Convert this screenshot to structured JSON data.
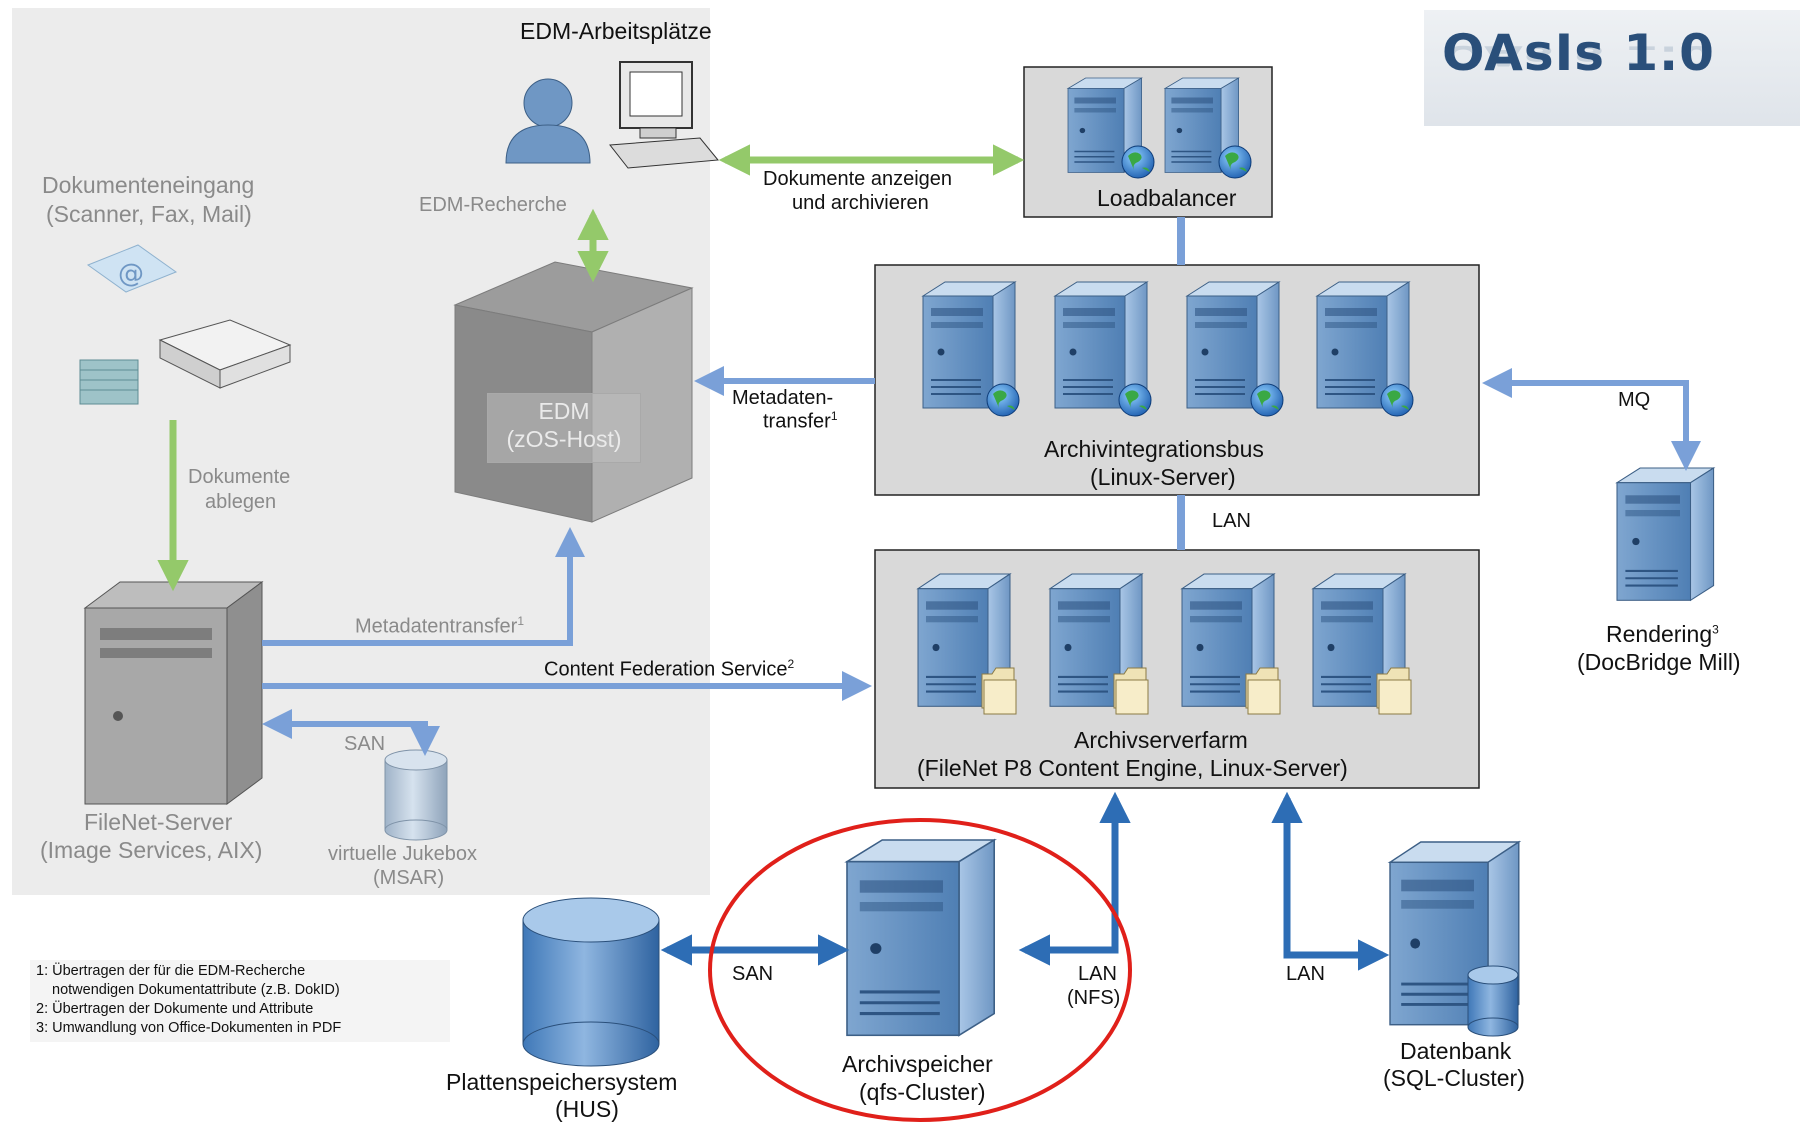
{
  "title": "OAsIs 1.0",
  "nodes": {
    "edm_workplaces": {
      "label": "EDM-Arbeitsplätze"
    },
    "edm_research": {
      "label": "EDM-Recherche"
    },
    "document_intake": {
      "label": "Dokumenteneingang",
      "sublabel": "(Scanner, Fax, Mail)"
    },
    "edm_host": {
      "label": "EDM",
      "sublabel": "(zOS-Host)"
    },
    "loadbalancer": {
      "label": "Loadbalancer"
    },
    "integration_bus": {
      "label": "Archivintegrationsbus",
      "sublabel": "(Linux-Server)"
    },
    "server_farm": {
      "label": "Archivserverfarm",
      "sublabel": "(FileNet P8 Content Engine, Linux-Server)"
    },
    "rendering": {
      "label": "Rendering",
      "sup": "3",
      "sublabel": "(DocBridge Mill)"
    },
    "filenet_server": {
      "label": "FileNet-Server",
      "sublabel": "(Image Services, AIX)"
    },
    "jukebox": {
      "label": "virtuelle Jukebox",
      "sublabel": "(MSAR)"
    },
    "disk_system": {
      "label": "Plattenspeichersystem",
      "sublabel": "(HUS)"
    },
    "archive_storage": {
      "label": "Archivspeicher",
      "sublabel": "(qfs-Cluster)"
    },
    "database": {
      "label": "Datenbank",
      "sublabel": "(SQL-Cluster)"
    }
  },
  "edges": {
    "show_archive": {
      "line1": "Dokumente anzeigen",
      "line2": "und archivieren"
    },
    "metadata_transfer_bus": {
      "line1": "Metadaten-",
      "line2": "transfer",
      "sup": "1"
    },
    "mq": {
      "label": "MQ"
    },
    "lan_bus": {
      "label": "LAN"
    },
    "store_docs": {
      "line1": "Dokumente",
      "line2": "ablegen"
    },
    "metadata_transfer_filenet": {
      "label": "Metadatentransfer",
      "sup": "1"
    },
    "content_federation": {
      "label": "Content Federation Service",
      "sup": "2"
    },
    "san_jukebox": {
      "label": "SAN"
    },
    "san_storage": {
      "label": "SAN"
    },
    "lan_nfs": {
      "line1": "LAN",
      "line2": "(NFS)"
    },
    "lan_db": {
      "label": "LAN"
    }
  },
  "footnotes": [
    "1: Übertragen der für die EDM-Recherche",
    "notwendigen Dokumentattribute (z.B. DokID)",
    "2: Übertragen der Dokumente und Attribute",
    "3: Umwandlung von Office-Dokumenten in PDF"
  ],
  "colors": {
    "blue_arrow": "#7aa0d8",
    "dark_blue_arrow": "#2d6db5",
    "green_arrow": "#94c96a",
    "highlight": "#e0201a",
    "legacy_area": "#ececec",
    "server_box": "#d9d9d9"
  }
}
